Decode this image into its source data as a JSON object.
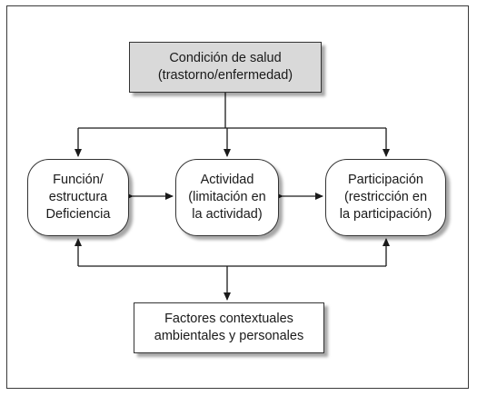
{
  "diagram": {
    "health_condition": "Condición de salud\n(trastorno/enfermedad)",
    "body_function": "Función/\nestructura\nDeficiencia",
    "activity": "Actividad\n(limitación en\nla actividad)",
    "participation": "Participación\n(restricción en\nla participación)",
    "contextual_factors": "Factores contextuales\nambientales y personales"
  }
}
